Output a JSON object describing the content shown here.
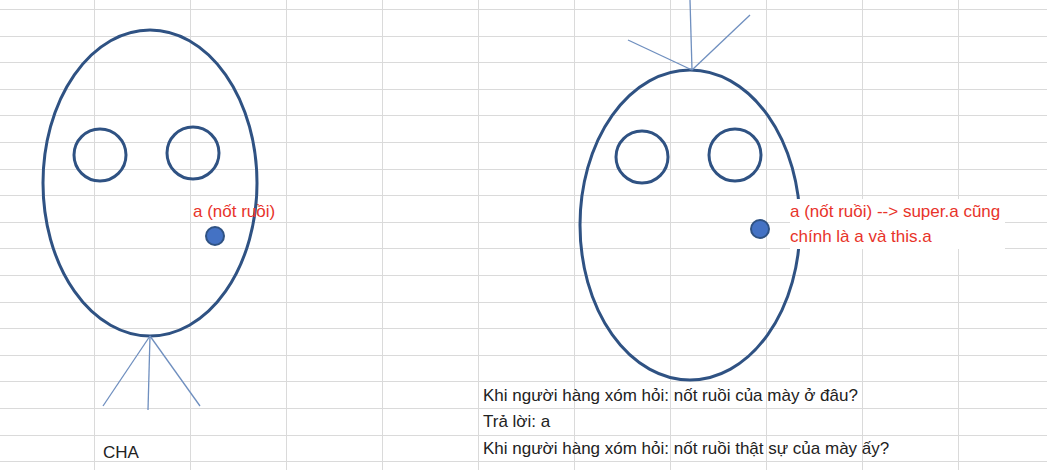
{
  "diagram": {
    "labels": [
      "a (nốt ruồi)",
      "a (nốt ruồi) --> super.a cũng chính là a và this.a",
      "Khi người hàng xóm hỏi: nốt ruồi của mày ở đâu?",
      "Trả lời: a",
      "Khi người hàng xóm hỏi: nốt ruồi thật sự của mày ấy?",
      "CHA"
    ]
  }
}
